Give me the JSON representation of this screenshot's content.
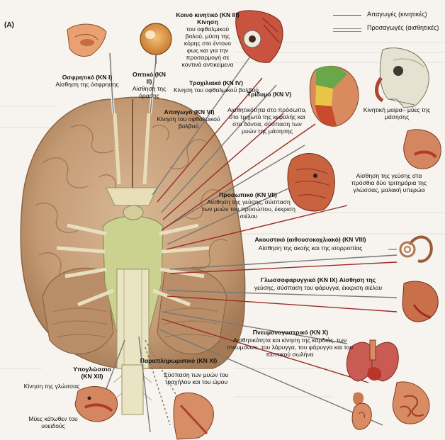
{
  "panel_label": "(A)",
  "legend": {
    "efferent": "Απαγωγές (κινητικές)",
    "afferent": "Προσαγωγές (αισθητικές)"
  },
  "colors": {
    "brain": "#c9a27e",
    "brain_shadow": "#a9825f",
    "nerve": "#e6ddb8",
    "brainstem": "#cbd18f",
    "line": "#6b6b6b",
    "red_line": "#9b2d25",
    "skin": "#d88f63",
    "organ_red": "#b8362c",
    "lung": "#c95b54"
  },
  "nerves": {
    "olfactory": {
      "title": "Οσφρητικό (ΚΝ Ι)",
      "desc": "Αίσθηση της όσφρησης"
    },
    "optic": {
      "title": "Οπτικό (ΚΝ ΙΙ)",
      "desc": "Αίσθηση της όρασης"
    },
    "oculomotor": {
      "title": "Κοινό κινητικό (ΚΝ ΙΙΙ) Κίνηση",
      "desc": "του οφθαλμικού βολού, μύση της κόρης στο έντονο φως και για την προσαρμογή σε κοντινά αντικείμενα"
    },
    "trochlear": {
      "title": "Τροχιλιακό (ΚΝ ΙV)",
      "desc": "Κίνηση του οφθαλμικού βολβού"
    },
    "abducens": {
      "title": "Απαγωγό (ΚΝ VI)",
      "desc": "Κίνηση του οφθαλμικού βολβού"
    },
    "trigeminal": {
      "title": "Τρίδυμο (ΚΝ V)",
      "desc": "Αισθητικότητα στο πρόσωπο, στο τριχωτό της κεφαλής και στα δόντια, σύσπαση των μυών της μάσησης"
    },
    "trigeminal_side": {
      "label": "Κινητική μοίρα– μύες της μάσησης"
    },
    "facial": {
      "title": "Προσωπικό (ΚΝ VII)",
      "desc": "Αίσθηση της γεύσης, σύσπαση των μυών του προσώπου, έκκριση σιέλου"
    },
    "facial_side": {
      "label": "Αίσθηση της γεύσης στα πρόσθια δύο τριτημόρια της γλώσσας, μαλακή υπερώα"
    },
    "vestibulocochlear": {
      "title": "Ακουστικό (αιθουσοκοχλιακό) (ΚΝ VIII)",
      "desc": "Αίσθηση της ακοής και της ισορροπίας"
    },
    "glossopharyngeal": {
      "title": "Γλωσσοφαρυγγικό (ΚΝ ΙΧ)",
      "title2": "Αίσθηση της",
      "desc": "γεύσης, σύσπαση του φάρυγγα, έκκριση σιέλου"
    },
    "vagus": {
      "title": "Πνευμονογαστρικό (ΚΝ Χ)",
      "desc": "Αισθητικότητα και κίνηση της καρδιάς, των πνευμόνων, του λάρυγγα, του φάρυγγα και του πεπτικού σωλήνα"
    },
    "accessory": {
      "title": "Παραπληρωματικό (ΚΝ ΧΙ)",
      "desc": "Σύσπαση των μυών του τραχήλου και του ώμου"
    },
    "hypoglossal": {
      "title": "Υπογλώσσιο (ΚΝ ΧΙΙ)",
      "desc": "Κίνηση της γλώσσας"
    },
    "hypoglossal_side": {
      "label": "Μύες κάτωθεν του υοειδούς"
    }
  }
}
